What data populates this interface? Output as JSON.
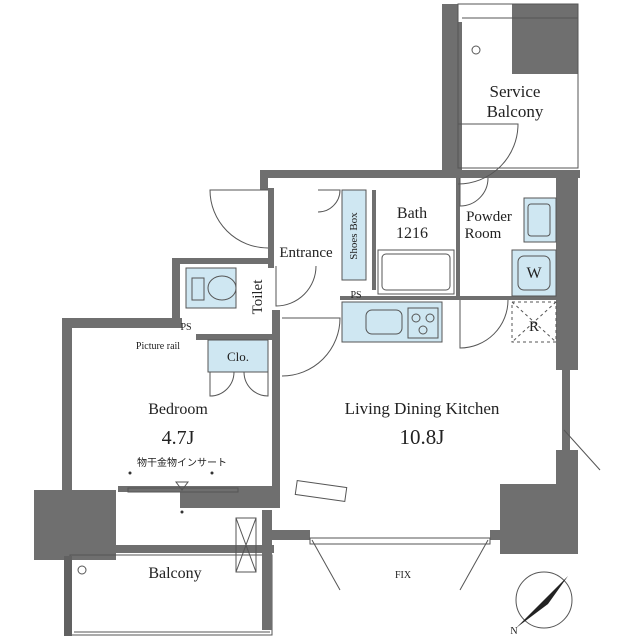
{
  "rooms": {
    "service_balcony": [
      "Service",
      "Balcony"
    ],
    "bath": [
      "Bath",
      "1216"
    ],
    "powder_room": [
      "Powder",
      "Room"
    ],
    "entrance": "Entrance",
    "shoes_box": "Shoes Box",
    "toilet": "Toilet",
    "ps_top": "PS",
    "ps_left": "PS",
    "picture_rail": "Picture rail",
    "closet": "Clo.",
    "bedroom": [
      "Bedroom",
      "4.7J"
    ],
    "ldk": [
      "Living Dining Kitchen",
      "10.8J"
    ],
    "laundry_insert": "物干金物インサート",
    "balcony": "Balcony",
    "fix": "FIX",
    "washer": "W",
    "fridge": "R"
  },
  "compass": {
    "label": "N"
  },
  "colors": {
    "wall": "#6f6f6f",
    "fixture": "#cfe7f2",
    "line": "#555555"
  }
}
